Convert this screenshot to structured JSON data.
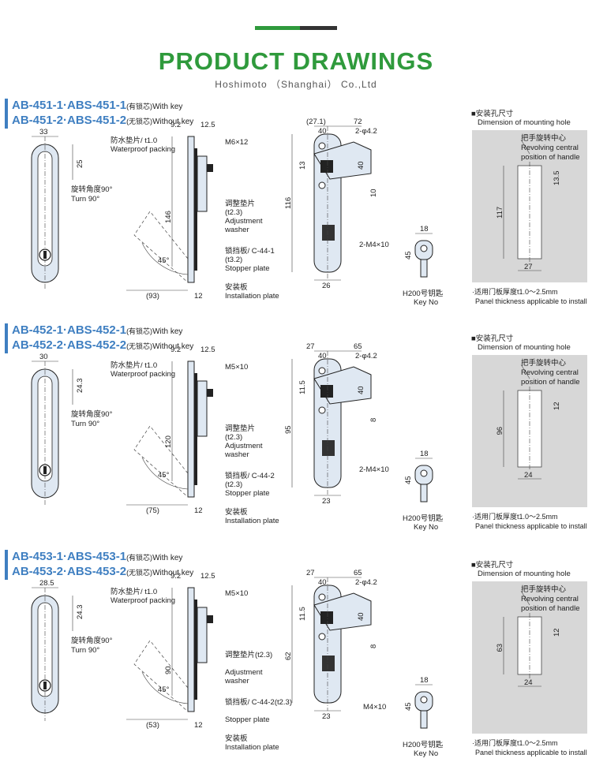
{
  "header": {
    "title": "PRODUCT DRAWINGS",
    "subtitle": "Hoshimoto （Shanghai） Co.,Ltd"
  },
  "colors": {
    "brand_green": "#2f9a3c",
    "model_blue": "#3f7fc1",
    "panel_gray": "#d7d7d7",
    "metal_fill": "#dfe8f2"
  },
  "common": {
    "waterproof": "防水垫片/ t1.0",
    "waterproof_en": "Waterproof packing",
    "turn": "旋转角度90°",
    "turn_en": "Turn 90°",
    "adjust_en": "Adjustment",
    "washer_en": "washer",
    "stopper_en": "Stopper plate",
    "install": "安装板",
    "install_en": "Installation plate",
    "key_cn": "H200号钥匙",
    "key_en": "Key No",
    "hole_cn": "■安装孔尺寸",
    "hole_en": "Dimension of mounting hole",
    "center_cn": "把手旋转中心",
    "center_en1": "Revolving central",
    "center_en2": "position of handle",
    "panel_cn": "·适用门板厚度t1.0～2.5mm",
    "panel_en": "Panel thickness applicable to install",
    "deg45": "45°",
    "holes": "2-φ4.2",
    "m4": "2-M4×10",
    "m4_single": "M4×10",
    "d9_2": "9.2",
    "d12_5": "12.5",
    "d12": "12",
    "d40": "40",
    "d18": "18",
    "d45": "45"
  },
  "sections": [
    {
      "model1": "AB-451-1·ABS-451-1",
      "with_key_cn": "(有锁芯)",
      "with_key_en": "With key",
      "model2": "AB-451-2·ABS-451-2",
      "without_key_cn": "(无锁芯)",
      "without_key_en": "Without key",
      "width": "33",
      "top": "25",
      "screw": "M6×12",
      "height": "146",
      "depth": "(93)",
      "adjust": "调整垫片",
      "adjust_t": "(t2.3)",
      "stopper": "锁挡板/ C-44-1",
      "stopper_t": "(t3.2)",
      "d_top1": "(27.1)",
      "d_top2": "72",
      "d_hole_off": "13",
      "d_arm": "10",
      "d_total": "116",
      "d_bottom": "26",
      "mh_height": "117",
      "mh_offset": "13.5",
      "mh_width": "27"
    },
    {
      "model1": "AB-452-1·ABS-452-1",
      "with_key_cn": "(有锁芯)",
      "with_key_en": "With key",
      "model2": "AB-452-2·ABS-452-2",
      "without_key_cn": "(无锁芯)",
      "without_key_en": "Without key",
      "width": "30",
      "top": "24.3",
      "screw": "M5×10",
      "height": "120",
      "depth": "(75)",
      "adjust": "调整垫片",
      "adjust_t": "(t2.3)",
      "stopper": "锁挡板/ C-44-2",
      "stopper_t": "(t2.3)",
      "d_top1": "27",
      "d_top2": "65",
      "d_hole_off": "11.5",
      "d_arm": "8",
      "d_total": "95",
      "d_bottom": "23",
      "mh_height": "96",
      "mh_offset": "12",
      "mh_width": "24"
    },
    {
      "model1": "AB-453-1·ABS-453-1",
      "with_key_cn": "(有锁芯)",
      "with_key_en": "With key",
      "model2": "AB-453-2·ABS-453-2",
      "without_key_cn": "(无锁芯)",
      "without_key_en": "Without key",
      "width": "28.5",
      "top": "24.3",
      "screw": "M5×10",
      "height": "90",
      "depth": "(53)",
      "adjust": "调整垫片(t2.3)",
      "adjust_t": "",
      "stopper": "锁挡板/ C-44-2(t2.3)",
      "stopper_t": "",
      "d_top1": "27",
      "d_top2": "65",
      "d_hole_off": "11.5",
      "d_hole_off2": "62",
      "d_arm": "8",
      "d_total": "62",
      "d_bottom": "23",
      "mh_height": "63",
      "mh_offset": "12",
      "mh_width": "24"
    }
  ]
}
